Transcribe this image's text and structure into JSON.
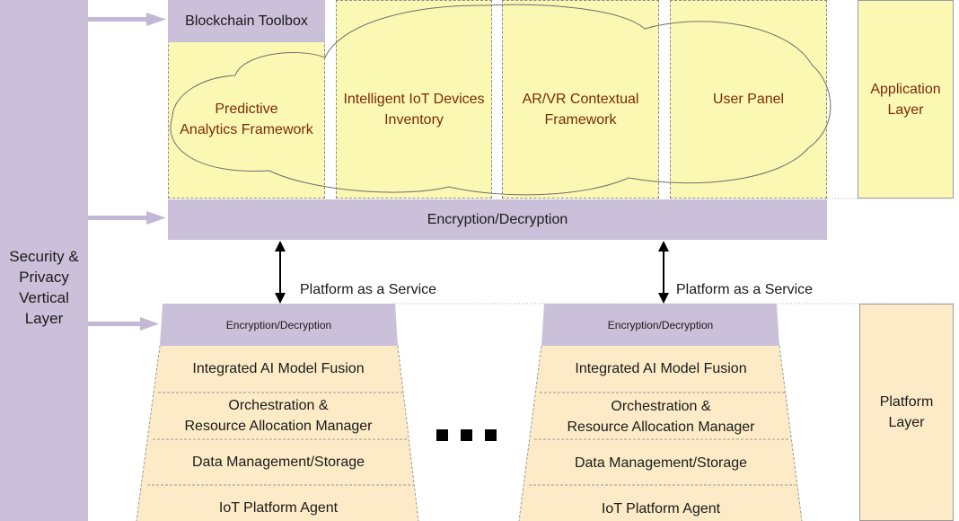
{
  "security_layer": {
    "label": "Security &\nPrivacy\nVertical\nLayer"
  },
  "application": {
    "blockchain_toolbox": "Blockchain Toolbox",
    "modules": [
      "Predictive\nAnalytics Framework",
      "Intelligent IoT Devices\nInventory",
      "AR/VR Contextual\nFramework",
      "User Panel"
    ],
    "encryption_bar": "Encryption/Decryption",
    "layer_label": "Application\nLayer"
  },
  "paas_label": "Platform as a Service",
  "platform": {
    "stacks": [
      {
        "encryption": "Encryption/Decryption",
        "rows": [
          "Integrated AI Model Fusion",
          "Orchestration &\nResource Allocation Manager",
          "Data Management/Storage",
          "IoT Platform Agent"
        ],
        "paas_label": "Platform as a Service"
      },
      {
        "encryption": "Encryption/Decryption",
        "rows": [
          "Integrated AI Model Fusion",
          "Orchestration &\nResource Allocation Manager",
          "Data Management/Storage",
          "IoT Platform Agent"
        ],
        "paas_label": "Platform as a Service"
      }
    ],
    "layer_label": "Platform\nLayer"
  },
  "colors": {
    "lavender": "#cbc0da",
    "yellow": "#fbf8b3",
    "peach": "#fcebc6",
    "arrow": "#c3b7d6",
    "text_brown": "#7a2a0a"
  }
}
